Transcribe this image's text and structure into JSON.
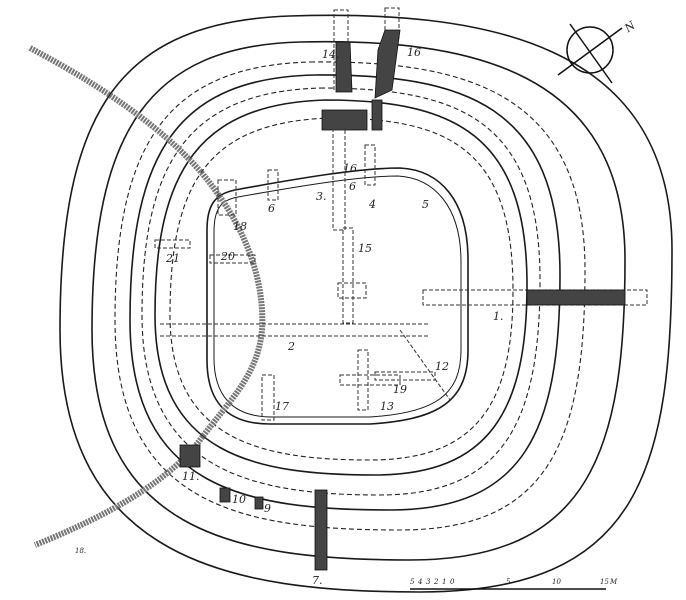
{
  "figure": {
    "compass_letter": "N",
    "labels": {
      "t1": "1.",
      "t2": "2",
      "t3": "3.",
      "t4": "4",
      "t5": "5",
      "t6": "6",
      "t6b": "6",
      "t7": "7.",
      "t9": "9",
      "t10": "10",
      "t11": "11.",
      "t12": "12",
      "t13": "13",
      "t14": "14.",
      "t15": "15",
      "t16": "16",
      "t16b": "16",
      "t17": "17",
      "t18": "18",
      "t19": "19",
      "t20": "20",
      "t21": "21",
      "t18b": "18."
    },
    "scale": {
      "ticks": [
        "5",
        "4",
        "3",
        "2",
        "1",
        "0",
        "5",
        "10",
        "15"
      ],
      "unit": "M"
    }
  }
}
